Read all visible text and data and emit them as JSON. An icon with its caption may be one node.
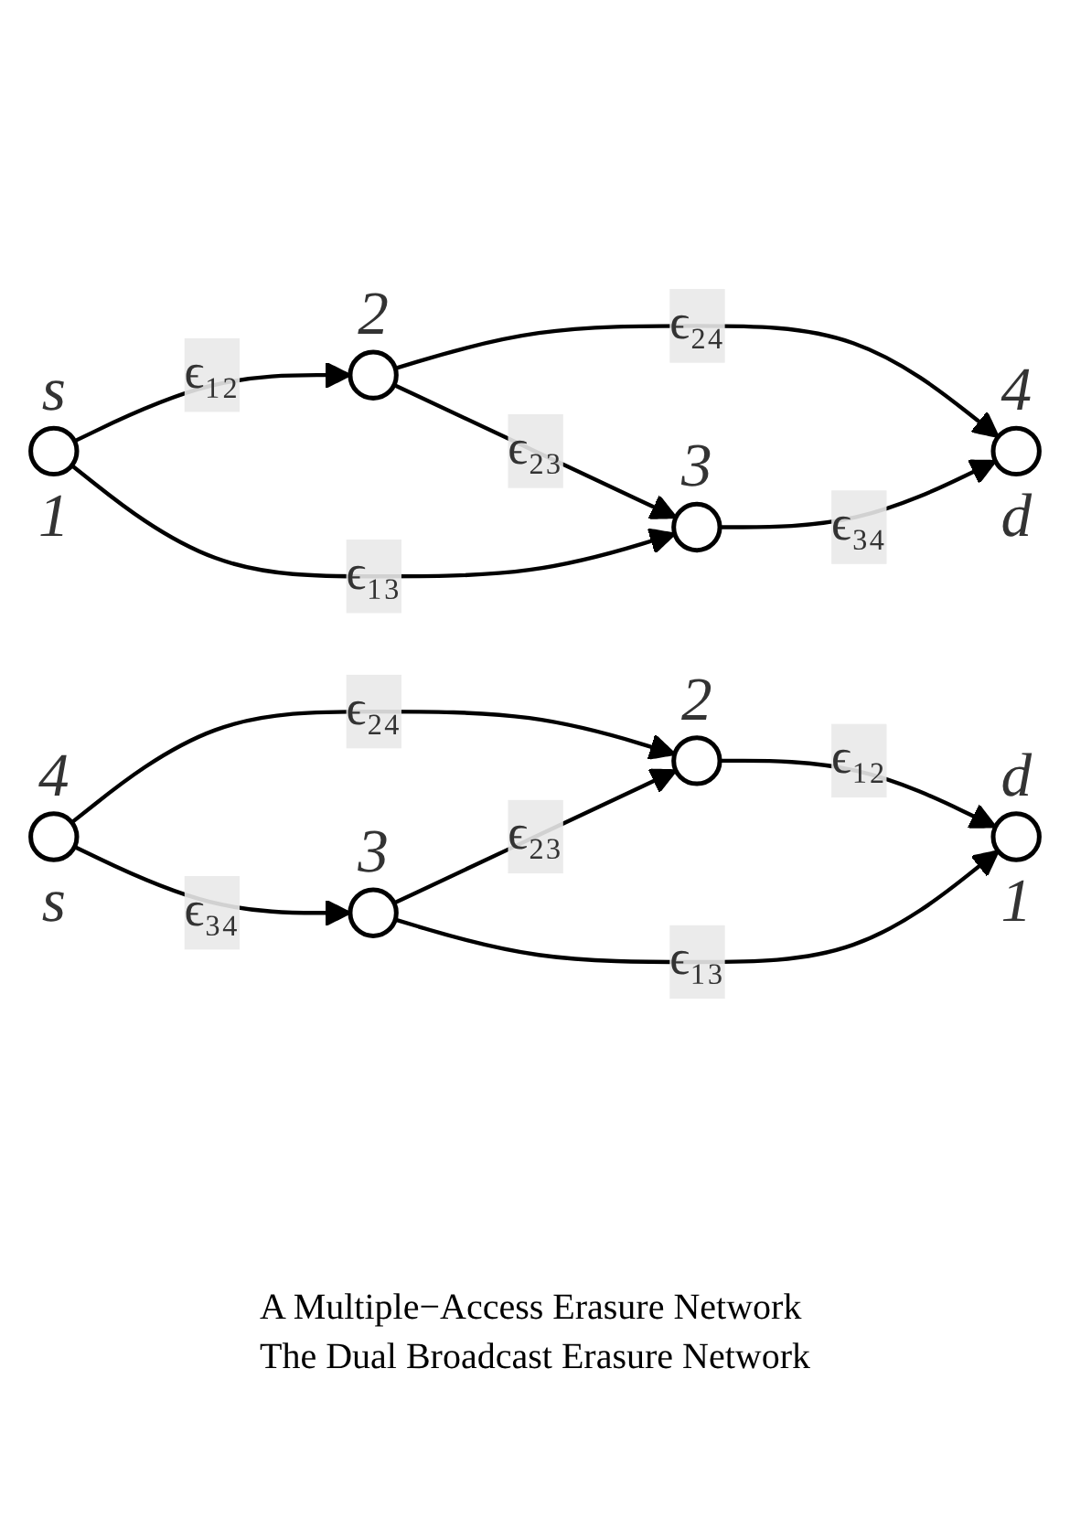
{
  "diagram": {
    "nodes": [
      {
        "text": [],
        "shape": "circle",
        "beside": [
          "s",
          "1"
        ]
      },
      {
        "text": [],
        "shape": "circle",
        "beside": [
          "2"
        ]
      },
      {
        "text": [],
        "shape": "circle",
        "beside": [
          "3"
        ]
      },
      {
        "text": [],
        "shape": "circle",
        "beside": [
          "4",
          "d"
        ]
      },
      {
        "text": [],
        "shape": "circle",
        "beside": [
          "d",
          "1"
        ]
      },
      {
        "text": [],
        "shape": "circle",
        "beside": [
          "2"
        ]
      },
      {
        "text": [],
        "shape": "circle",
        "beside": [
          "3"
        ]
      },
      {
        "text": [],
        "shape": "circle",
        "beside": [
          "4",
          "s"
        ]
      }
    ],
    "edges": [
      {
        "from": 0,
        "to": 1,
        "arrow": "to",
        "label": "ϵ₁₂"
      },
      {
        "from": 1,
        "to": 3,
        "arrow": "to",
        "label": "ϵ₂₄"
      },
      {
        "from": 1,
        "to": 2,
        "arrow": "to",
        "label": "ϵ₂₃"
      },
      {
        "from": 0,
        "to": 2,
        "arrow": "to",
        "label": "ϵ₁₃"
      },
      {
        "from": 2,
        "to": 3,
        "arrow": "to",
        "label": "ϵ₃₄"
      },
      {
        "from": 5,
        "to": 4,
        "arrow": "to",
        "label": "ϵ₁₂"
      },
      {
        "from": 7,
        "to": 5,
        "arrow": "to",
        "label": "ϵ₂₄"
      },
      {
        "from": 6,
        "to": 5,
        "arrow": "to",
        "label": "ϵ₂₃"
      },
      {
        "from": 6,
        "to": 4,
        "arrow": "to",
        "label": "ϵ₁₃"
      },
      {
        "from": 7,
        "to": 6,
        "arrow": "to",
        "label": "ϵ₃₄"
      }
    ],
    "labels": [
      "A Multiple−Access Erasure Network",
      "The Dual Broadcast Erasure Network"
    ]
  }
}
